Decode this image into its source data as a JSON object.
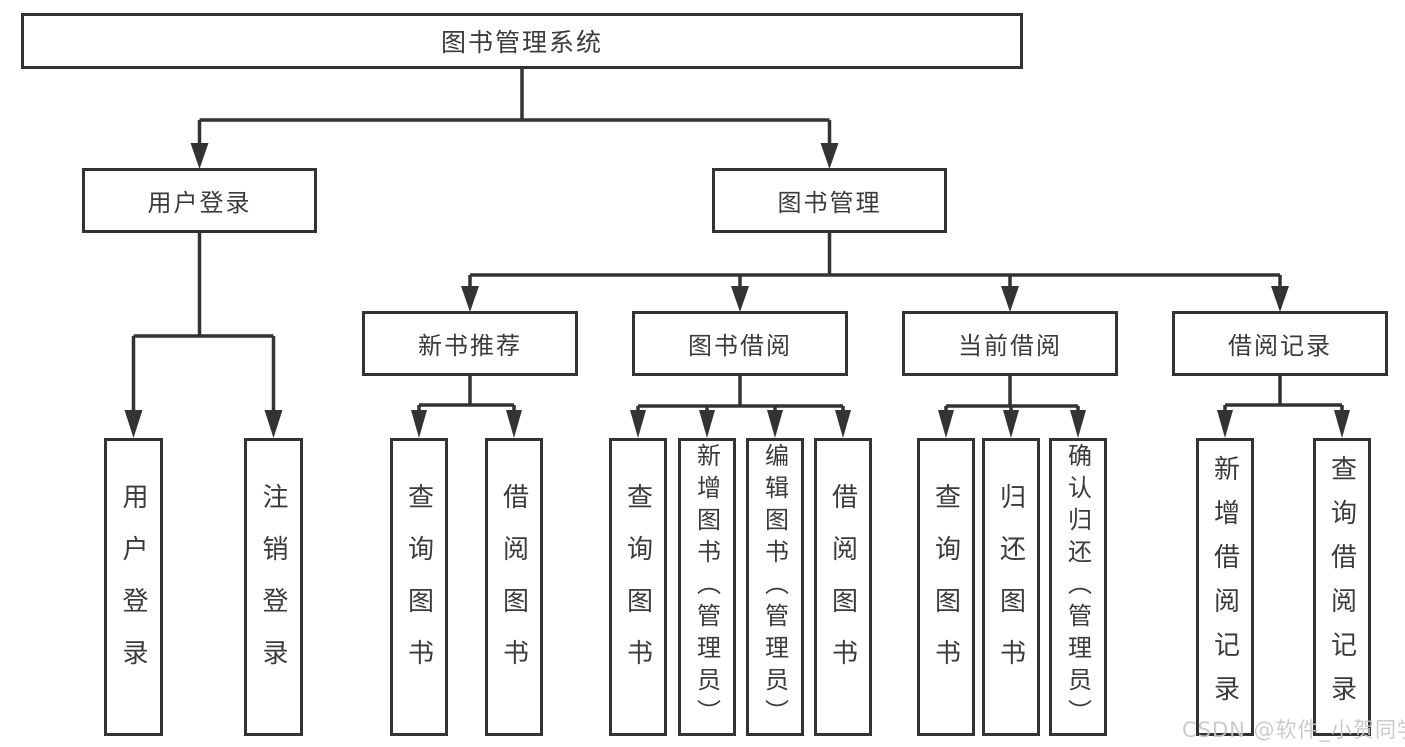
{
  "diagram": {
    "root": "图书管理系统",
    "level2": {
      "user_login": "用户登录",
      "book_mgmt": "图书管理"
    },
    "level3": {
      "new_book": "新书推荐",
      "borrow": "图书借阅",
      "current": "当前借阅",
      "records": "借阅记录"
    },
    "leaves": {
      "user_login": [
        "用户登录",
        "注销登录"
      ],
      "new_book": [
        "查询图书",
        "借阅图书"
      ],
      "borrow": [
        "查询图书",
        "新增图书（管理员）",
        "编辑图书（管理员）",
        "借阅图书"
      ],
      "current": [
        "查询图书",
        "归还图书",
        "确认归还（管理员）"
      ],
      "records": [
        "新增借阅记录",
        "查询借阅记录"
      ]
    }
  },
  "watermark": "CSDN @软件_小贺同学",
  "colors": {
    "line": "#333333",
    "text": "#3b3b3b",
    "watermark": "#c7c7c7"
  }
}
